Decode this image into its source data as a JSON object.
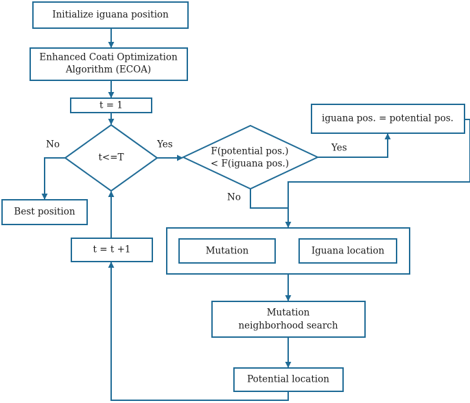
{
  "colors": {
    "stroke": "#1f6b96",
    "text": "#1a1a1a",
    "background": "#ffffff"
  },
  "nodes": {
    "init": "Initialize iguana position",
    "ecoa_line1": "Enhanced Coati Optimization",
    "ecoa_line2": "Algorithm (ECOA)",
    "t_init": "t = 1",
    "cond_t": "t<=T",
    "best": "Best position",
    "t_inc": "t = t +1",
    "cond_f_line1": "F(potential pos.)",
    "cond_f_line2": "< F(iguana pos.)",
    "update": "iguana pos. = potential pos.",
    "mutation": "Mutation",
    "iguana_loc": "Iguana location",
    "neigh_line1": "Mutation",
    "neigh_line2": "neighborhood search",
    "potential": "Potential location"
  },
  "edge_labels": {
    "no_left": "No",
    "yes_mid": "Yes",
    "yes_right": "Yes",
    "no_bottom": "No"
  }
}
